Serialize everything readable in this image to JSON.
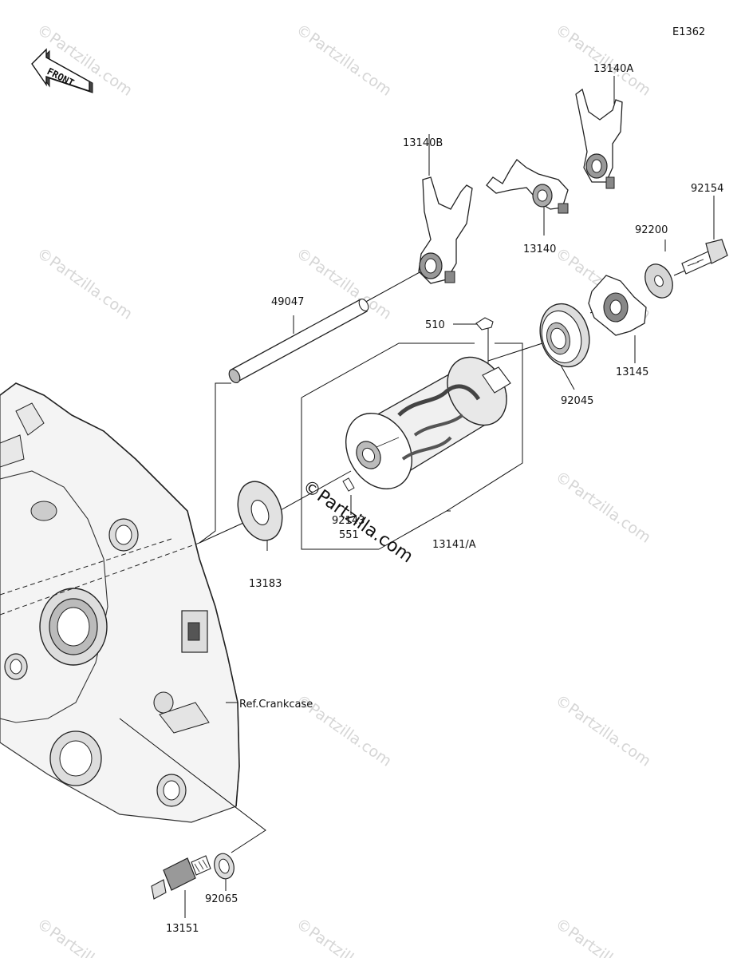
{
  "diagram_code": "E1362",
  "front_label": "FRONT",
  "watermark_text": "©Partzilla.com",
  "parts": {
    "p13140A": "13140A",
    "p13140B": "13140B",
    "p13140": "13140",
    "p92154": "92154",
    "p92200": "92200",
    "p49047": "49047",
    "p510": "510",
    "p13145": "13145",
    "p92045": "92045",
    "p92143": "92143",
    "p551": "551",
    "p13141A": "13141/A",
    "p13183": "13183",
    "ref_crankcase": "Ref.Crankcase",
    "p92065": "92065",
    "p13151": "13151"
  }
}
